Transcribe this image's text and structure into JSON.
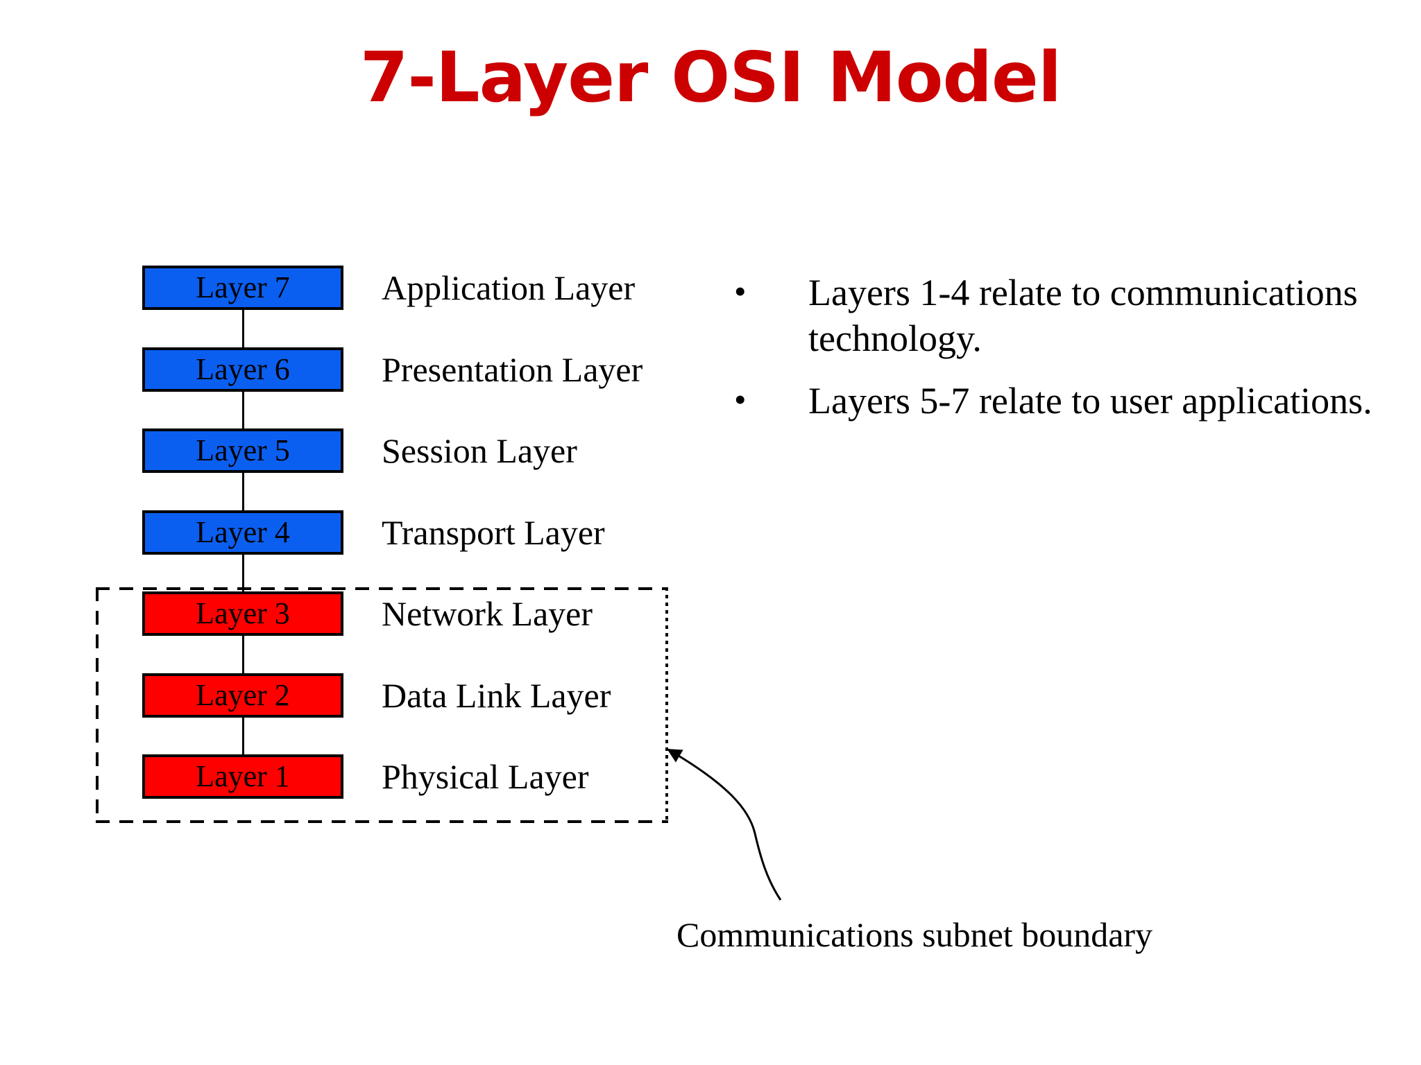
{
  "slide": {
    "title": "7-Layer OSI Model",
    "title_color": "#CC0000",
    "background_color": "#FFFFFF"
  },
  "colors": {
    "upper_layer_fill": "#0B5FF0",
    "lower_layer_fill": "#FF0000",
    "stroke": "#000000",
    "text": "#000000"
  },
  "layers": [
    {
      "box_label": "Layer 7",
      "name": "Application Layer",
      "group": "user-applications",
      "fill": "#0B5FF0"
    },
    {
      "box_label": "Layer 6",
      "name": "Presentation Layer",
      "group": "user-applications",
      "fill": "#0B5FF0"
    },
    {
      "box_label": "Layer 5",
      "name": "Session Layer",
      "group": "user-applications",
      "fill": "#0B5FF0"
    },
    {
      "box_label": "Layer 4",
      "name": "Transport Layer",
      "group": "communications",
      "fill": "#0B5FF0"
    },
    {
      "box_label": "Layer 3",
      "name": "Network Layer",
      "group": "communications-subnet",
      "fill": "#FF0000"
    },
    {
      "box_label": "Layer 2",
      "name": "Data Link Layer",
      "group": "communications-subnet",
      "fill": "#FF0000"
    },
    {
      "box_label": "Layer 1",
      "name": "Physical Layer",
      "group": "communications-subnet",
      "fill": "#FF0000"
    }
  ],
  "subnet": {
    "caption": "Communications subnet boundary",
    "encloses": [
      "Layer 3",
      "Layer 2",
      "Layer 1"
    ]
  },
  "bullets": [
    {
      "marker": "•",
      "text": "Layers 1-4 relate to communications technology."
    },
    {
      "marker": "•",
      "text": "Layers 5-7 relate to user applications."
    }
  ]
}
